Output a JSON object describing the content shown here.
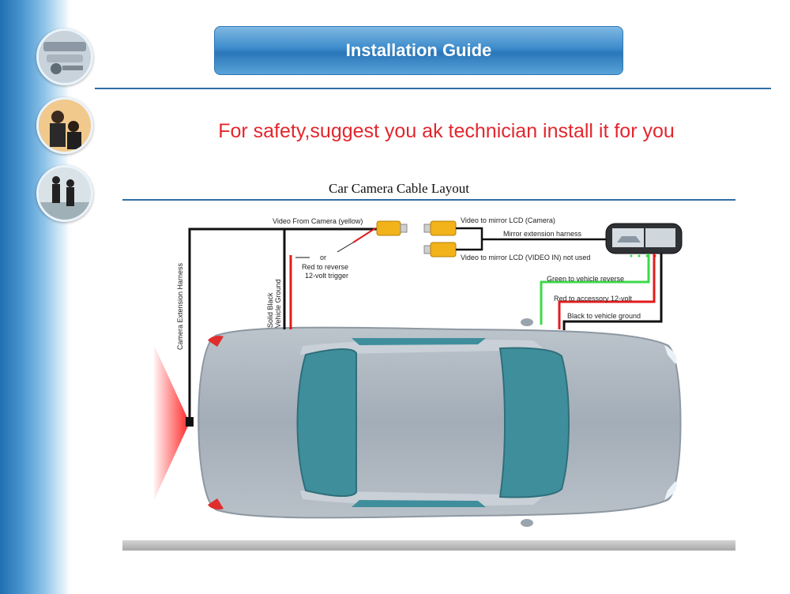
{
  "header": {
    "title": "Installation Guide",
    "notice": "For safety,suggest you ak technician install it for you"
  },
  "diagram": {
    "title": "Car Camera Cable Layout",
    "labels": {
      "video_from_camera": "Video From Camera (yellow)",
      "or": "or",
      "red_reverse_line1": "Red to reverse",
      "red_reverse_line2": "12-volt trigger",
      "camera_harness": "Camera Extension Harness",
      "solid_black_line1": "Solid Black",
      "solid_black_line2": "Vehicle Ground",
      "video_mirror_camera": "Video to mirror LCD (Camera)",
      "mirror_extension": "Mirror extension harness",
      "video_mirror_in": "Video to mirror LCD (VIDEO IN) not used",
      "green_reverse": "Green to vehicle reverse",
      "red_accessory": "Red to accessory 12-volt",
      "black_ground": "Black to vehicle ground"
    }
  },
  "colors": {
    "accent_blue": "#2a76b8",
    "notice_red": "#e3262d",
    "wire_yellow": "#f2b21a",
    "wire_green": "#3cd94a",
    "wire_red": "#e11c1c",
    "car_body": "#a9b3bd",
    "car_glass": "#3f8e9c"
  },
  "icons": [
    "tech-photo-thumbnail",
    "business-meeting-thumbnail",
    "walking-people-thumbnail",
    "rearview-mirror-icon",
    "rca-connector-icon",
    "backup-camera-icon"
  ]
}
